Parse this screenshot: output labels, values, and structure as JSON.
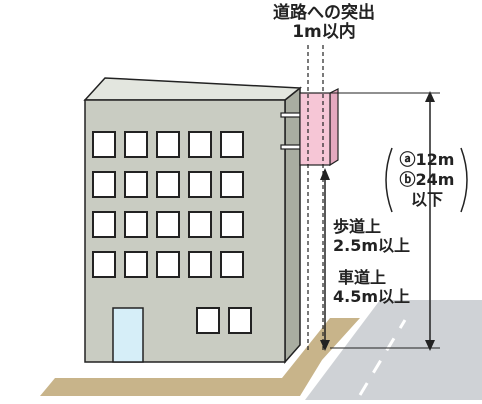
{
  "title_labels": {
    "protrusion_line1": "道路への突出",
    "protrusion_line2": "1m以内"
  },
  "height_labels": {
    "a": "ⓐ12m",
    "b": "ⓑ24m",
    "below": "以下"
  },
  "clearance_labels": {
    "sidewalk_line1": "歩道上",
    "sidewalk_line2": "2.5m以上",
    "roadway_line1": "車道上",
    "roadway_line2": "4.5m以上"
  },
  "colors": {
    "building_front": "#c9ccc2",
    "building_side": "#a9ada1",
    "building_roof": "#e3e6df",
    "window_fill": "#ffffff",
    "window_stroke": "#222222",
    "door_fill": "#d6eef8",
    "sign_fill": "#f6c6d6",
    "sidewalk": "#c8b48a",
    "road": "#cfd2d6",
    "road_marking": "#ffffff",
    "line": "#222222"
  }
}
